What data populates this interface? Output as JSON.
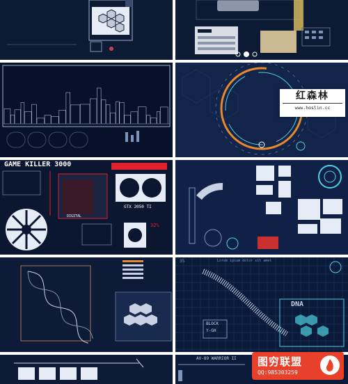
{
  "tiles": {
    "game_title": "GAME KILLER 3000",
    "gpu_model": "GTX 2050 TI",
    "case_label": "DIGITAL",
    "dna_label": "DNA",
    "block_label_1": "BLOCK",
    "block_label_2": "Y-GH",
    "percent": "32%",
    "warrior_label": "AV-89 WARRIOR II",
    "readout_label": "35",
    "small_text_1": "Lorem ipsum dolor sit amet"
  },
  "watermark": {
    "title": "红森林",
    "url": "www.hoslin.cc"
  },
  "badge": {
    "brand": "图穷联盟",
    "qq": "QQ:985303259"
  },
  "colors": {
    "bg": "#0d1a33",
    "line": "#7d93b8",
    "accent_red": "#e0202c",
    "accent_orange": "#e88a2c",
    "accent_cyan": "#4fd0e0",
    "badge": "#e8402a"
  }
}
